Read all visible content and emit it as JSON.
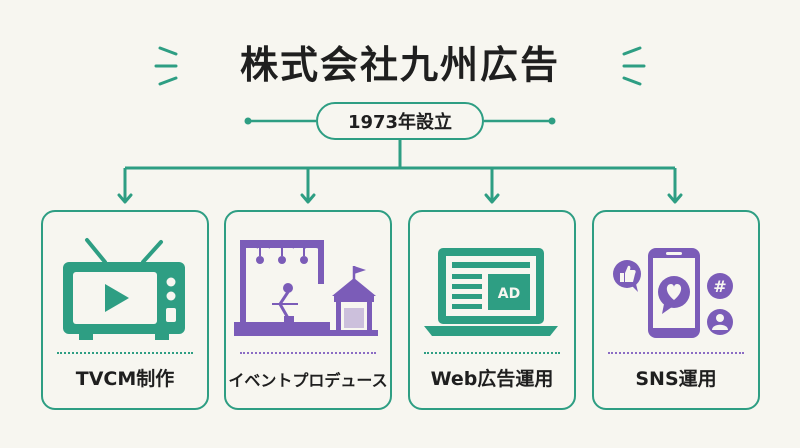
{
  "title": "株式会社九州広告",
  "founded": "1973年設立",
  "colors": {
    "green": "#2e9e83",
    "purple": "#7b5cb8",
    "text": "#1f1f1f",
    "background": "#f7f6f0"
  },
  "services": [
    {
      "label": "TVCM制作",
      "icon": "tv-icon",
      "accent": "#2e9e83"
    },
    {
      "label": "イベントプロデュース",
      "icon": "event-stage-icon",
      "accent": "#7b5cb8"
    },
    {
      "label": "Web広告運用",
      "icon": "web-ad-laptop-icon",
      "accent": "#2e9e83",
      "badge": "AD"
    },
    {
      "label": "SNS運用",
      "icon": "sns-phone-icon",
      "accent": "#7b5cb8",
      "badge": "#"
    }
  ]
}
